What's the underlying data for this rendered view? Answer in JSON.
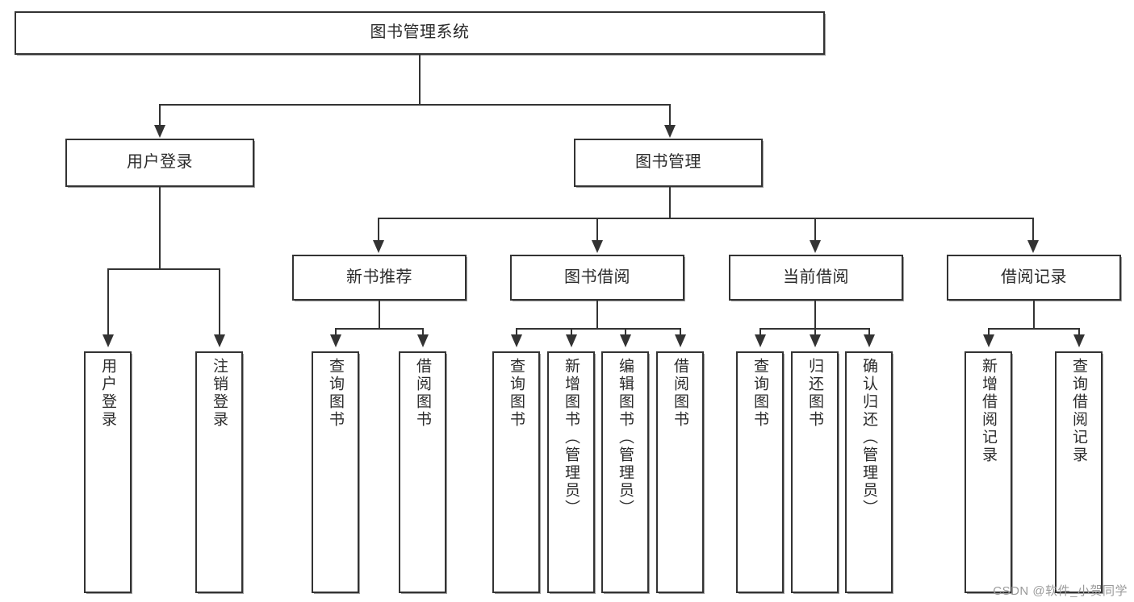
{
  "diagram": {
    "title": "图书管理系统",
    "type": "tree-hierarchy-diagram",
    "colors": {
      "stroke": "#333333",
      "fill": "#ffffff",
      "text": "#2b2b2b",
      "watermark": "#9a9a9a"
    },
    "root": {
      "label": "图书管理系统"
    },
    "level2": [
      {
        "id": "user-login",
        "label": "用户登录"
      },
      {
        "id": "book-management",
        "label": "图书管理"
      }
    ],
    "level3": [
      {
        "id": "new-book-recommend",
        "label": "新书推荐"
      },
      {
        "id": "book-borrow",
        "label": "图书借阅"
      },
      {
        "id": "current-borrow",
        "label": "当前借阅"
      },
      {
        "id": "borrow-record",
        "label": "借阅记录"
      }
    ],
    "leaves": {
      "user_login": [
        {
          "id": "leaf-user-login",
          "label": "用户登录"
        },
        {
          "id": "leaf-logout-login",
          "label": "注销登录"
        }
      ],
      "new_book_recommend": [
        {
          "id": "leaf-query-book-1",
          "label": "查询图书"
        },
        {
          "id": "leaf-borrow-book-1",
          "label": "借阅图书"
        }
      ],
      "book_borrow": [
        {
          "id": "leaf-query-book-2",
          "label": "查询图书"
        },
        {
          "id": "leaf-add-book",
          "label": "新增图书（管理员）"
        },
        {
          "id": "leaf-edit-book",
          "label": "编辑图书（管理员）"
        },
        {
          "id": "leaf-borrow-book-2",
          "label": "借阅图书"
        }
      ],
      "current_borrow": [
        {
          "id": "leaf-query-book-3",
          "label": "查询图书"
        },
        {
          "id": "leaf-return-book",
          "label": "归还图书"
        },
        {
          "id": "leaf-confirm-return",
          "label": "确认归还（管理员）"
        }
      ],
      "borrow_record": [
        {
          "id": "leaf-add-record",
          "label": "新增借阅记录"
        },
        {
          "id": "leaf-query-record",
          "label": "查询借阅记录"
        }
      ]
    }
  },
  "watermark": {
    "text": "CSDN @软件_小贺同学"
  }
}
